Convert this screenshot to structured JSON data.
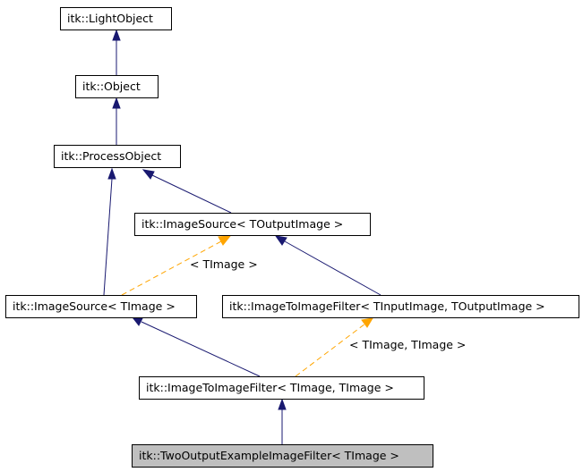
{
  "diagram": {
    "nodes": {
      "light_object": "itk::LightObject",
      "object": "itk::Object",
      "process_object": "itk::ProcessObject",
      "image_source_toutput": "itk::ImageSource< TOutputImage >",
      "image_source_timage": "itk::ImageSource< TImage >",
      "image_to_image_filter_tinput": "itk::ImageToImageFilter< TInputImage, TOutputImage >",
      "image_to_image_filter_timage": "itk::ImageToImageFilter< TImage, TImage >",
      "two_output_example": "itk::TwoOutputExampleImageFilter< TImage >"
    },
    "edge_labels": {
      "image_source_template": "< TImage >",
      "image_to_image_filter_template": "< TImage, TImage >"
    }
  },
  "colors": {
    "inheritance_edge": "#191970",
    "template_edge": "#ffa500",
    "highlight_node_fill": "#bfbfbf"
  }
}
